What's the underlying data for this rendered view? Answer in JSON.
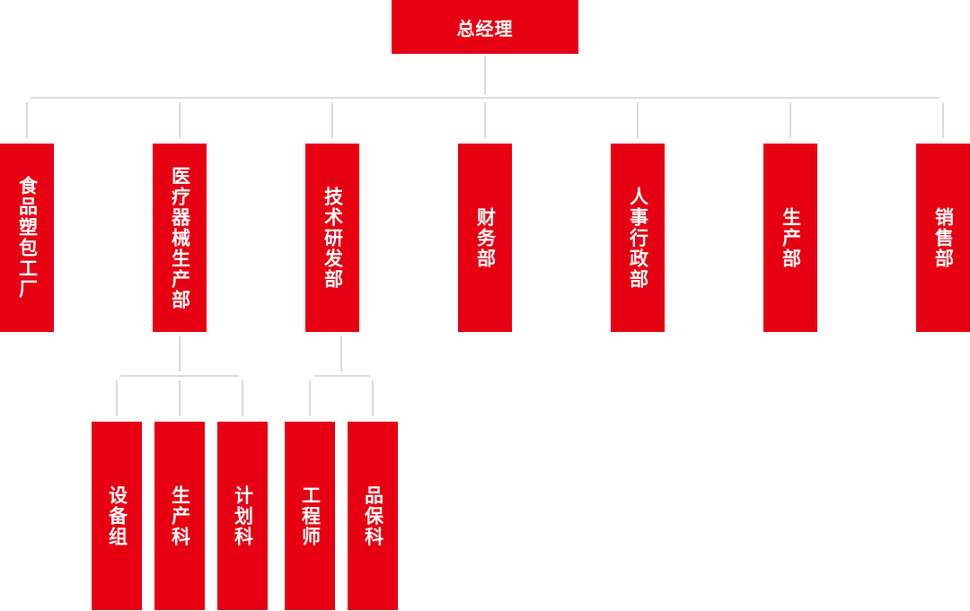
{
  "diagram": {
    "root": {
      "label": "总经理"
    },
    "departments": [
      {
        "label": "食品塑包工厂"
      },
      {
        "label": "医疗器械生产部"
      },
      {
        "label": "技术研发部"
      },
      {
        "label": "财务部"
      },
      {
        "label": "人事行政部"
      },
      {
        "label": "生产部"
      },
      {
        "label": "销售部"
      }
    ],
    "sub_units": {
      "medical": [
        {
          "label": "设备组"
        },
        {
          "label": "生产科"
        },
        {
          "label": "计划科"
        }
      ],
      "rnd": [
        {
          "label": "工程师"
        },
        {
          "label": "品保科"
        }
      ]
    },
    "colors": {
      "box": "#e60012",
      "line": "#dcdcdc",
      "text": "#ffffff"
    }
  }
}
